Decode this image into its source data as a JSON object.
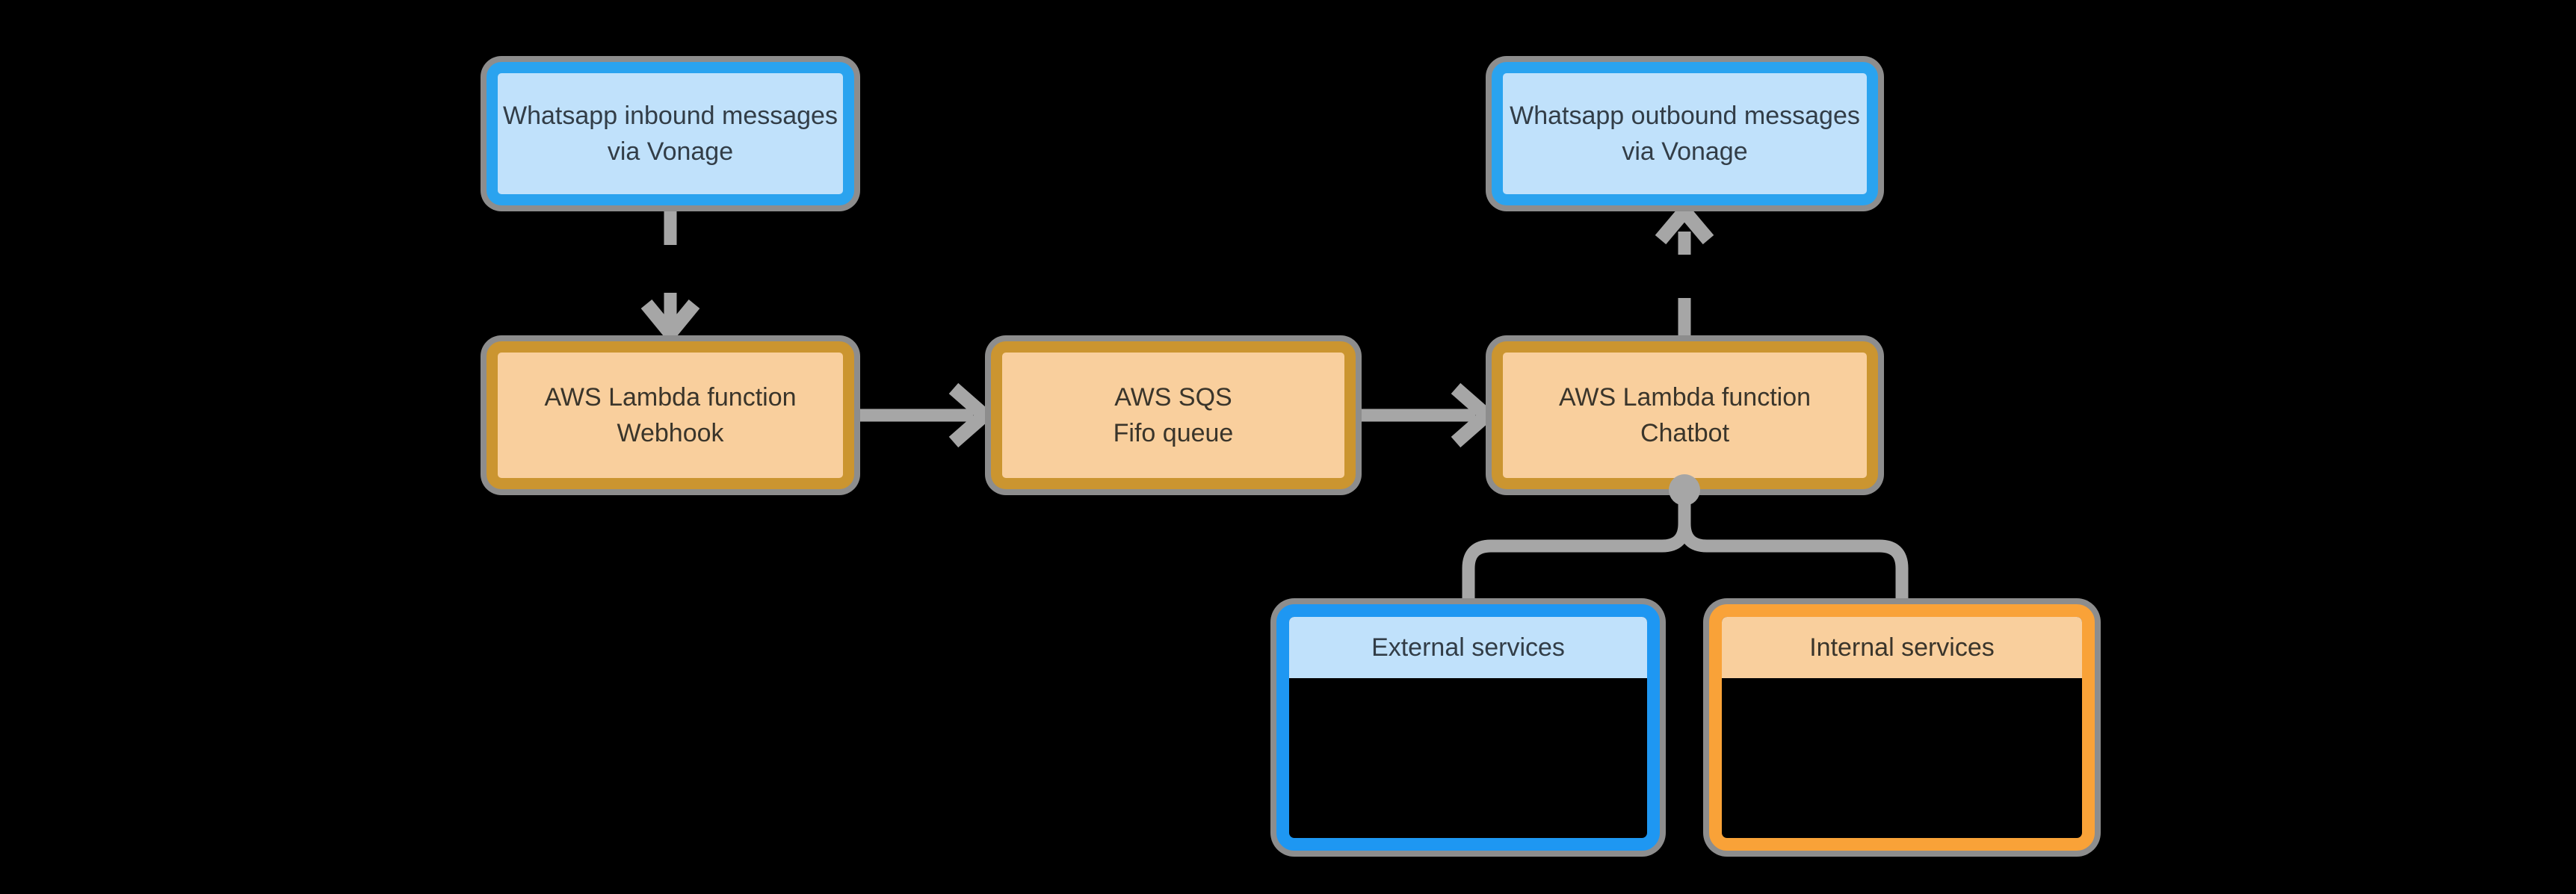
{
  "diagram": {
    "background": "#000000",
    "colors": {
      "connector_gray": "#a6a6a6",
      "node_outline_gray": "#8d8d8d",
      "blue_node_border": "#2aa3ef",
      "blue_node_fill": "#c0e1fb",
      "orange_node_border": "#cb9530",
      "orange_node_fill": "#f9cf9d",
      "external_box_border": "#1e97f2",
      "internal_box_border": "#f9a238",
      "text_dark_blue_nodes": "#323d47",
      "text_dark_orange_nodes": "#3a352b"
    },
    "nodes": {
      "inbound": {
        "line1": "Whatsapp inbound messages",
        "line2": "via Vonage"
      },
      "webhook": {
        "line1": "AWS Lambda function",
        "line2": "Webhook"
      },
      "sqs": {
        "line1": "AWS SQS",
        "line2": "Fifo queue"
      },
      "chatbot": {
        "line1": "AWS Lambda function",
        "line2": "Chatbot"
      },
      "outbound": {
        "line1": "Whatsapp outbound messages",
        "line2": "via Vonage"
      },
      "external": {
        "title": "External services"
      },
      "internal": {
        "title": "Internal services"
      }
    }
  }
}
